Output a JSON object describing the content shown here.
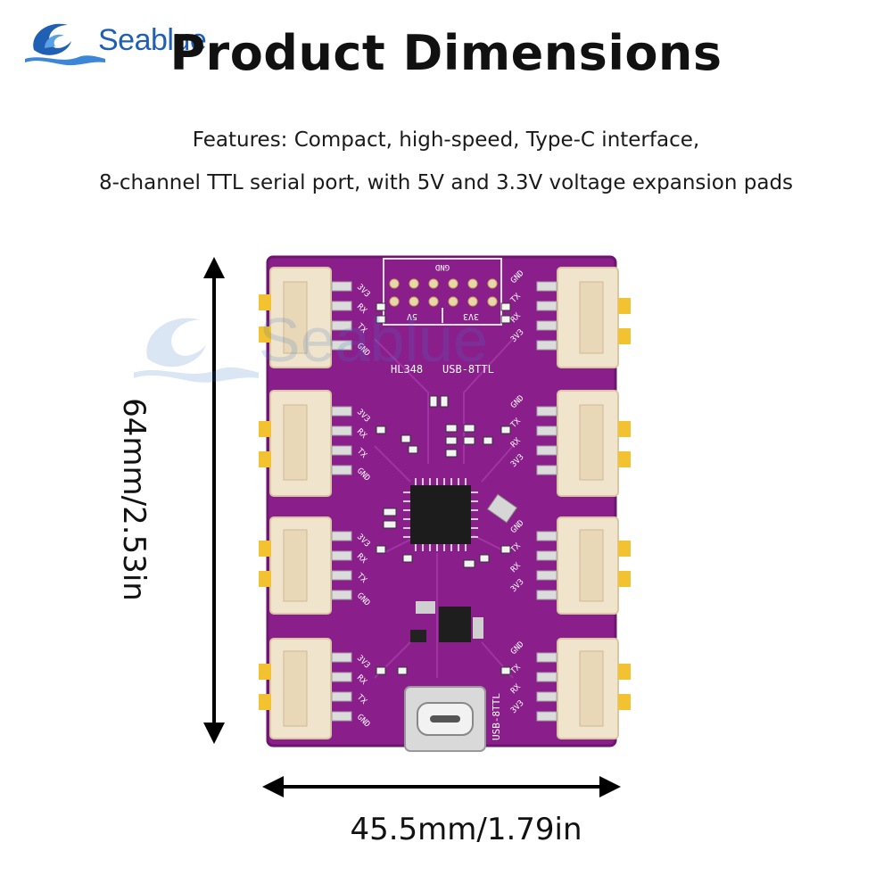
{
  "brand": {
    "name": "Seablue"
  },
  "title": "Product Dimensions",
  "features": {
    "line1": "Features: Compact, high-speed, Type-C interface,",
    "line2": "8-channel TTL serial port, with 5V and 3.3V voltage expansion pads"
  },
  "dimensions": {
    "height": "64mm/2.53in",
    "width": "45.5mm/1.79in"
  },
  "board": {
    "header_gnd": "GND",
    "header_5v": "5V",
    "header_3v3": "3V3",
    "model": "HL348",
    "name": "USB-8TTL",
    "name_bottom": "USB-8TTL",
    "port_pins_left": [
      "3V3",
      "RX",
      "TX",
      "GND"
    ],
    "port_pins_right": [
      "GND",
      "TX",
      "RX",
      "3V3"
    ]
  },
  "colors": {
    "pcb": "#8a1f8c",
    "pcb_dark": "#6d1670",
    "connector": "#f1e4cc",
    "gold": "#f2c230",
    "brand": "#1f5fb4"
  }
}
